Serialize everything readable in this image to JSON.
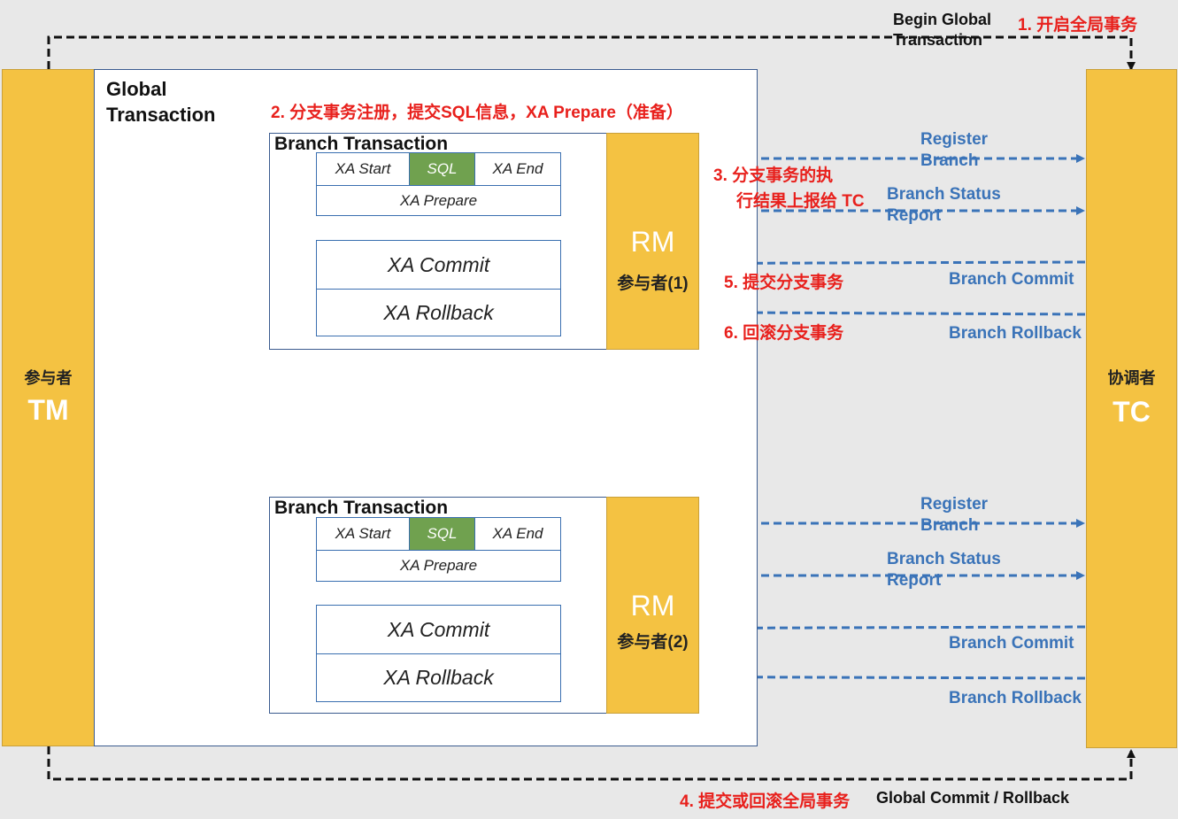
{
  "tm": {
    "title": "参与者",
    "name": "TM"
  },
  "tc": {
    "title": "协调者",
    "name": "TC"
  },
  "global_box": {
    "title_line1": "Global",
    "title_line2": "Transaction"
  },
  "steps": {
    "s1": "1. 开启全局事务",
    "s2": "2. 分支事务注册，提交SQL信息，XA Prepare（准备）",
    "s3_line1": "3. 分支事务的执",
    "s3_line2": "行结果上报给 TC",
    "s4": "4. 提交或回滚全局事务",
    "s5": "5. 提交分支事务",
    "s6": "6. 回滚分支事务"
  },
  "labels": {
    "begin_global_line1": "Begin Global",
    "begin_global_line2": "Transaction",
    "global_commit_rollback": "Global Commit / Rollback"
  },
  "branches": [
    {
      "title": "Branch Transaction",
      "xa_start": "XA Start",
      "sql": "SQL",
      "xa_end": "XA End",
      "xa_prepare": "XA Prepare",
      "xa_commit": "XA Commit",
      "xa_rollback": "XA Rollback",
      "rm_name": "RM",
      "rm_sub": "参与者(1)",
      "register_line1": "Register",
      "register_line2": "Branch",
      "status_line1": "Branch Status",
      "status_line2": "Report",
      "commit": "Branch Commit",
      "rollback": "Branch Rollback"
    },
    {
      "title": "Branch Transaction",
      "xa_start": "XA Start",
      "sql": "SQL",
      "xa_end": "XA End",
      "xa_prepare": "XA Prepare",
      "xa_commit": "XA Commit",
      "xa_rollback": "XA Rollback",
      "rm_name": "RM",
      "rm_sub": "参与者(2)",
      "register_line1": "Register",
      "register_line2": "Branch",
      "status_line1": "Branch Status",
      "status_line2": "Report",
      "commit": "Branch Commit",
      "rollback": "Branch Rollback"
    }
  ],
  "colors": {
    "accent_yellow": "#f4c242",
    "sql_green": "#70a14f",
    "arrow_blue": "#3a73b8",
    "step_red": "#e8201c",
    "global_black": "#111111"
  }
}
